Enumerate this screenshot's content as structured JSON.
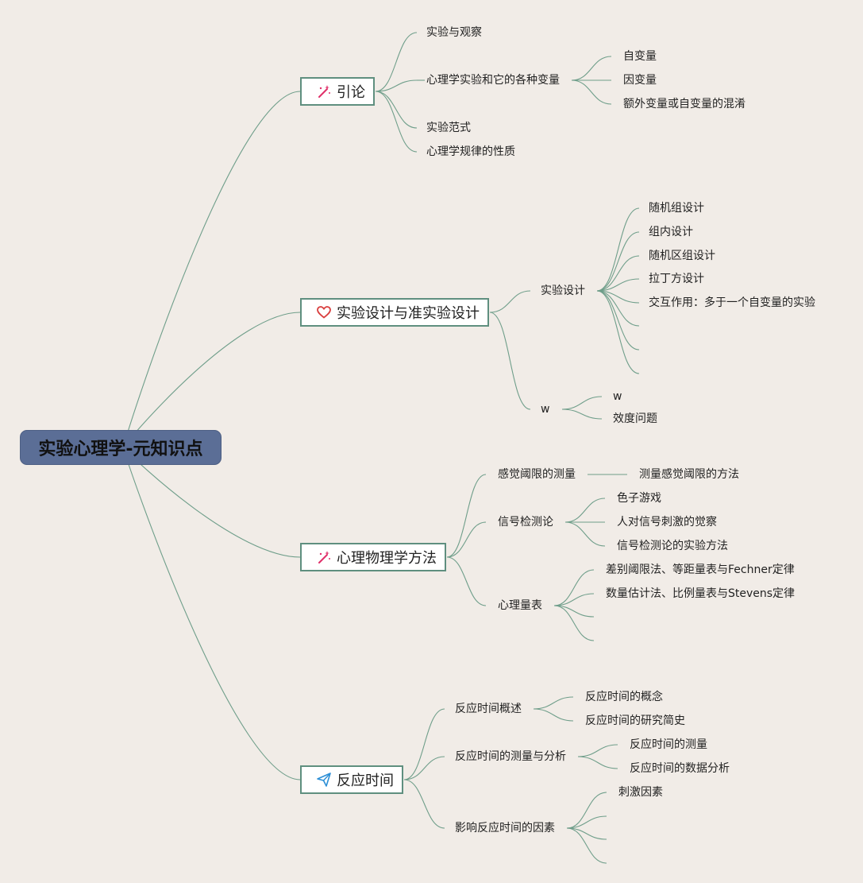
{
  "root": {
    "label": "实验心理学-元知识点"
  },
  "branches": {
    "intro": {
      "label": "引论",
      "icon": "magic-wand-icon",
      "items": {
        "i1": "实验与观察",
        "i2": "心理学实验和它的各种变量",
        "i2a": "自变量",
        "i2b": "因变量",
        "i2c": "额外变量或自变量的混淆",
        "i3": "实验范式",
        "i4": "心理学规律的性质"
      }
    },
    "design": {
      "label": "实验设计与准实验设计",
      "icon": "heart-icon",
      "items": {
        "d1": "实验设计",
        "d1a": "随机组设计",
        "d1b": "组内设计",
        "d1c": "随机区组设计",
        "d1d": "拉丁方设计",
        "d1e": "交互作用：多于一个自变量的实验",
        "d2": "w",
        "d2a": "w",
        "d2b": "效度问题"
      }
    },
    "psychophysics": {
      "label": "心理物理学方法",
      "icon": "magic-wand-icon",
      "items": {
        "p1": "感觉阈限的测量",
        "p1a": "测量感觉阈限的方法",
        "p2": "信号检测论",
        "p2a": "色子游戏",
        "p2b": "人对信号刺激的觉察",
        "p2c": "信号检测论的实验方法",
        "p3": "心理量表",
        "p3a": "差别阈限法、等距量表与Fechner定律",
        "p3b": "数量估计法、比例量表与Stevens定律"
      }
    },
    "reaction": {
      "label": "反应时间",
      "icon": "paper-plane-icon",
      "items": {
        "r1": "反应时间概述",
        "r1a": "反应时间的概念",
        "r1b": "反应时间的研究简史",
        "r2": "反应时间的测量与分析",
        "r2a": "反应时间的测量",
        "r2b": "反应时间的数据分析",
        "r3": "影响反应时间的因素",
        "r3a": "刺激因素"
      }
    }
  },
  "colors": {
    "edge": "#6f9e8a",
    "root_fill": "#5b6e96",
    "background": "#f1ece7"
  }
}
